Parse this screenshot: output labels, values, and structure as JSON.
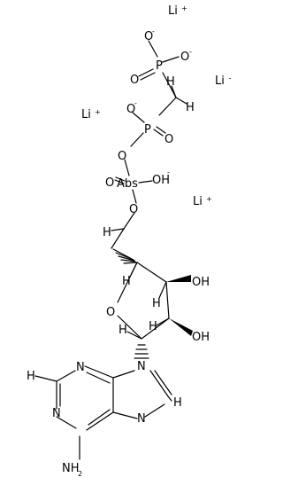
{
  "molecule": {
    "counterions": [
      "Li",
      "Li",
      "Li",
      "Li"
    ],
    "ion_charge": "+",
    "atoms": {
      "phosphorus": "P",
      "oxygen": "O",
      "hydrogen": "H",
      "nitrogen": "N",
      "amine": "NH",
      "amine_h2": "2",
      "abs_label": "Abs",
      "hydroxyl": "OH",
      "neg": "-"
    }
  }
}
